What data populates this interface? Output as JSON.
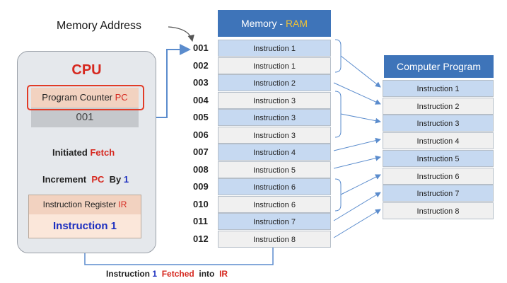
{
  "memory_address_label": "Memory Address",
  "cpu": {
    "title": "CPU",
    "pc_label": "Program Counter",
    "pc_abbr": "PC",
    "pc_value": "001",
    "step1_text": "Initiated",
    "step1_red": "Fetch",
    "step2_text": "Increment",
    "step2_pc": "PC",
    "step2_by": "By",
    "step2_num": "1",
    "ir_label": "Instruction Register",
    "ir_abbr": "IR",
    "ir_value": "Instruction 1"
  },
  "ram": {
    "header_prefix": "Memory - ",
    "header_highlight": "RAM",
    "rows": [
      {
        "address": "001",
        "content": "Instruction 1"
      },
      {
        "address": "002",
        "content": "Instruction 1"
      },
      {
        "address": "003",
        "content": "Instruction 2"
      },
      {
        "address": "004",
        "content": "Instruction 3"
      },
      {
        "address": "005",
        "content": "Instruction 3"
      },
      {
        "address": "006",
        "content": "Instruction 3"
      },
      {
        "address": "007",
        "content": "Instruction 4"
      },
      {
        "address": "008",
        "content": "Instruction 5"
      },
      {
        "address": "009",
        "content": "Instruction 6"
      },
      {
        "address": "010",
        "content": "Instruction 6"
      },
      {
        "address": "011",
        "content": "Instruction 7"
      },
      {
        "address": "012",
        "content": "Instruction 8"
      }
    ]
  },
  "program": {
    "header": "Computer Program",
    "items": [
      "Instruction 1",
      "Instruction 2",
      "Instruction 3",
      "Instruction 4",
      "Instruction 5",
      "Instruction 6",
      "Instruction 7",
      "Instruction 8"
    ]
  },
  "caption": {
    "part1": "Instruction",
    "num": "1",
    "fetched": "Fetched",
    "into": "into",
    "ir": "IR"
  },
  "colors": {
    "blue_cell": "#c6d9f1",
    "gray_cell": "#f0f0f0",
    "header_blue": "#3e74b9",
    "arrow": "#5b8ccd",
    "accent_red": "#d6281f"
  }
}
